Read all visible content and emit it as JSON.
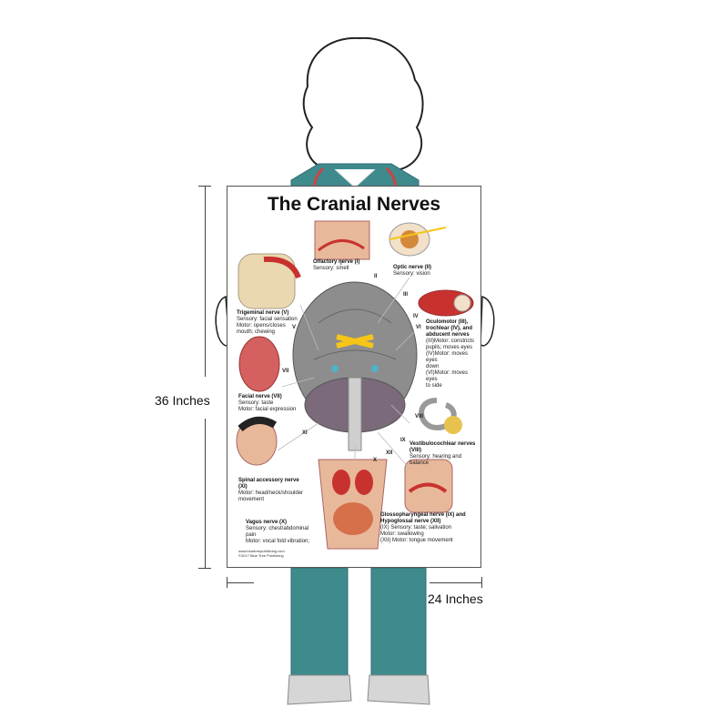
{
  "dimensions": {
    "height": "36 Inches",
    "width": "24 Inches"
  },
  "poster": {
    "title": "The Cranial Nerves",
    "nerves": [
      {
        "id": "olfactory",
        "name": "Olfactory nerve (I)",
        "lines": [
          "Sensory: smell"
        ]
      },
      {
        "id": "optic",
        "name": "Optic nerve (II)",
        "lines": [
          "Sensory: vision"
        ]
      },
      {
        "id": "trigeminal",
        "name": "Trigeminal nerve (V)",
        "lines": [
          "Sensory: facial sensation",
          "Motor: opens/closes",
          "mouth; chewing"
        ]
      },
      {
        "id": "oculomotor",
        "name": "Oculomotor (III), trochlear (IV), and abducent nerves",
        "lines": [
          "(III)Motor: constricts",
          "pupils; moves eyes",
          "(IV)Motor: moves eyes",
          "down",
          "(VI)Motor: moves eyes",
          "to side"
        ]
      },
      {
        "id": "facial",
        "name": "Facial nerve (VII)",
        "lines": [
          "Sensory: taste",
          "Motor: facial expression"
        ]
      },
      {
        "id": "vestibulocochlear",
        "name": "Vestibulocochlear nerves (VIII)",
        "lines": [
          "Sensory: hearing and balance"
        ]
      },
      {
        "id": "spinal-accessory",
        "name": "Spinal accessory nerve (XI)",
        "lines": [
          "Motor: head/neck/shoulder",
          "movement"
        ]
      },
      {
        "id": "vagus",
        "name": "Vagus nerve (X)",
        "lines": [
          "Sensory: chest/abdominal",
          "pain",
          "Motor: vocal fold vibration;"
        ]
      },
      {
        "id": "glossopharyngeal",
        "name": "Glossopharyngeal nerve (IX) and Hypoglossal nerve (XII)",
        "lines": [
          "(IX) Sensory: taste; salivation",
          "Motor: swallowing",
          "(XII) Motor: tongue movement"
        ]
      }
    ],
    "roman_numerals": [
      "I",
      "II",
      "III",
      "IV",
      "V",
      "VI",
      "VII",
      "VIII",
      "IX",
      "X",
      "XI",
      "XII"
    ],
    "footer": [
      "www.bluetreepublishing.com",
      "©2017 Blue Tree Publishing"
    ]
  },
  "colors": {
    "scrubs": "#3f8a8c",
    "brain": "#8a8a8a",
    "nerve_yellow": "#f5c518",
    "muscle_red": "#c8322e",
    "skin": "#e8b89a"
  }
}
